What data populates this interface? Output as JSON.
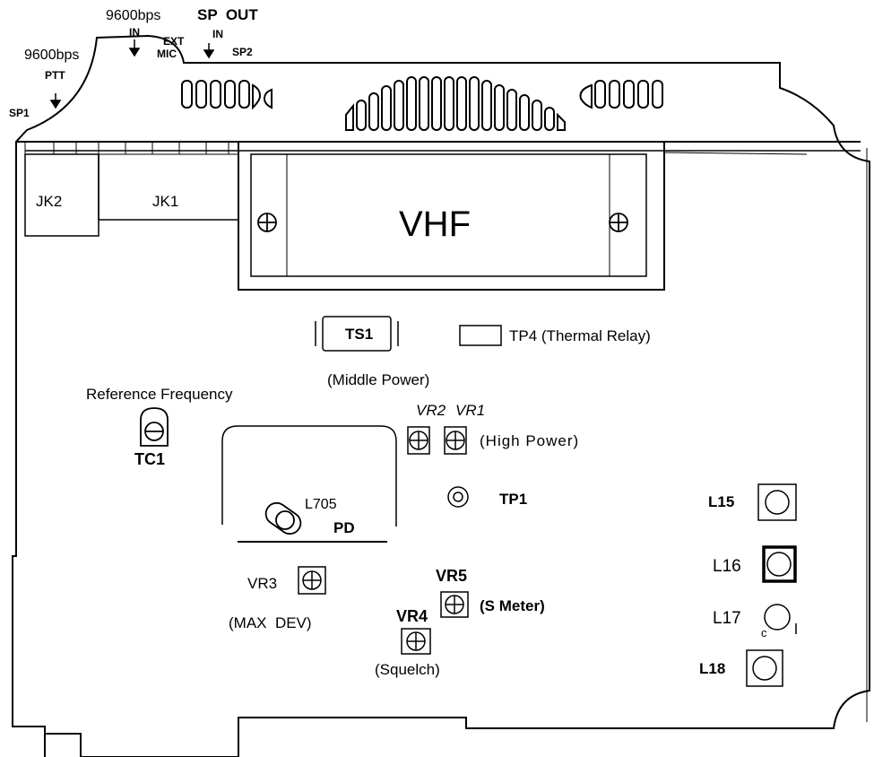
{
  "top_labels": {
    "data_9600_in": "9600bps",
    "sp_out": "SP  OUT",
    "in_left": "IN",
    "ext": "EXT",
    "mic": "MIC",
    "in_right": "IN",
    "sp2": "SP2",
    "data_9600_ptt": "9600bps",
    "ptt": "PTT",
    "sp1": "SP1"
  },
  "jacks": {
    "jk2": "JK2",
    "jk1": "JK1"
  },
  "module": {
    "label": "VHF"
  },
  "parts": {
    "ts1": "TS1",
    "tp4": "TP4 (Thermal Relay)",
    "middle_power": "(Middle Power)",
    "reference_frequency": "Reference Frequency",
    "tc1": "TC1",
    "vr2": "VR2",
    "vr1": "VR1",
    "high_power": "(High Power)",
    "l705": "L705",
    "pd": "PD",
    "tp1": "TP1",
    "vr3": "VR3",
    "max_dev": "(MAX  DEV)",
    "vr5": "VR5",
    "s_meter": "(S Meter)",
    "vr4": "VR4",
    "squelch": "(Squelch)"
  },
  "coils": {
    "l15": "L15",
    "l16": "L16",
    "l17": "L17",
    "l17_c": "c",
    "l18": "L18"
  }
}
